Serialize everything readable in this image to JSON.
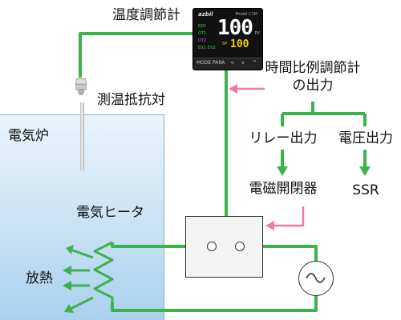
{
  "labels": {
    "controller": "温度調節計",
    "sensor": "測温抵抗対",
    "furnace": "電気炉",
    "heater": "電気ヒータ",
    "heat": "放熱",
    "output_line1": "時間比例調節計",
    "output_line2": "の出力",
    "relay_output": "リレー出力",
    "voltage_output": "電圧出力",
    "magnetic_switch": "電磁開閉器",
    "ssr": "SSR"
  },
  "controller_display": {
    "brand": "azbil",
    "model": "Model C1M",
    "pv": "100",
    "sv": "100",
    "unit": "PV",
    "sv_tag": "SP",
    "indicators": [
      "RDY",
      "OT1",
      "OT2",
      "EV1",
      "EV2"
    ],
    "keys": [
      "MODE",
      "PARA",
      "<",
      "v",
      "^"
    ]
  },
  "colors": {
    "wire_green": "#3bb34a",
    "arrow_pink": "#f07aa5",
    "furnace_top": "#eaf3fa",
    "furnace_bottom": "#a9d0ee",
    "seg_white": "#ffffff",
    "seg_yellow": "#f0d000",
    "ind_green": "#3ad14a",
    "ind_purple": "#b36cf0"
  },
  "icons": {
    "sensor": "rtd-sensor-icon",
    "ac_source": "ac-source-icon",
    "heater": "heater-coil-icon"
  }
}
